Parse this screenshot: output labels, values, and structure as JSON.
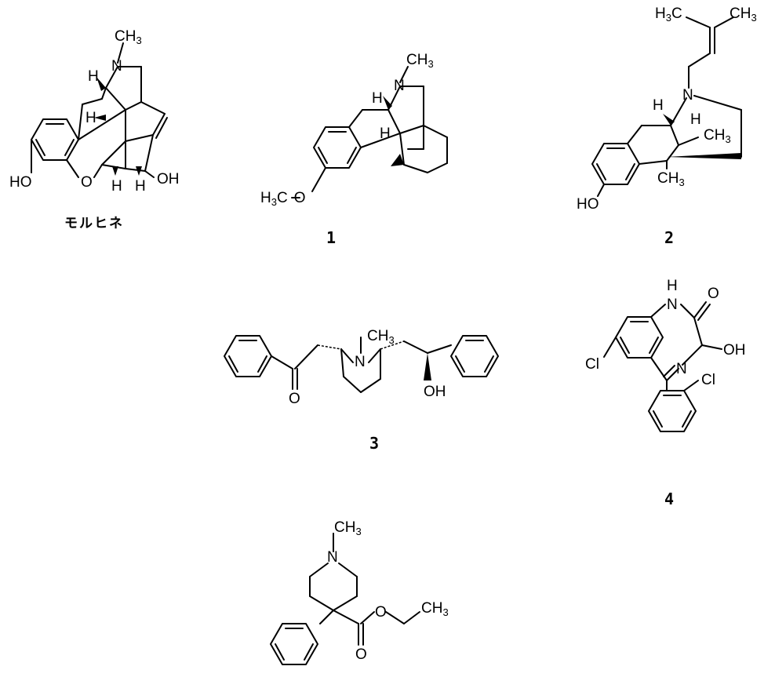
{
  "compounds": {
    "morphine": {
      "caption": "モルヒネ",
      "n_methyl": "CH",
      "n_methyl_sub": "3",
      "n": "N",
      "h1": "H",
      "h2": "H",
      "h3": "H",
      "h4": "H",
      "ho_left": "HO",
      "o_bridge": "O",
      "oh_right": "OH"
    },
    "c1": {
      "caption": "1",
      "n_methyl": "CH",
      "n_methyl_sub": "3",
      "n": "N",
      "h1": "H",
      "h2": "H",
      "methoxy_h": "H",
      "methoxy_sub": "3",
      "methoxy_c": "C",
      "methoxy_o": "O"
    },
    "c2": {
      "caption": "2",
      "top_left_h": "H",
      "top_left_sub": "3",
      "top_left_c": "C",
      "top_right": "CH",
      "top_right_sub": "3",
      "n": "N",
      "h1": "H",
      "h2": "H",
      "me1": "CH",
      "me1_sub": "3",
      "me2": "CH",
      "me2_sub": "3",
      "ho": "HO"
    },
    "c3": {
      "caption": "3",
      "n_methyl": "CH",
      "n_methyl_sub": "3",
      "n": "N",
      "o": "O",
      "oh": "OH"
    },
    "c4": {
      "caption": "4",
      "h": "H",
      "n1": "N",
      "o": "O",
      "oh": "OH",
      "n2": "N",
      "cl1": "Cl",
      "cl2": "Cl"
    },
    "c5": {
      "n_methyl": "CH",
      "n_methyl_sub": "3",
      "n": "N",
      "o1": "O",
      "o2": "O",
      "ethyl": "CH",
      "ethyl_sub": "3"
    }
  }
}
